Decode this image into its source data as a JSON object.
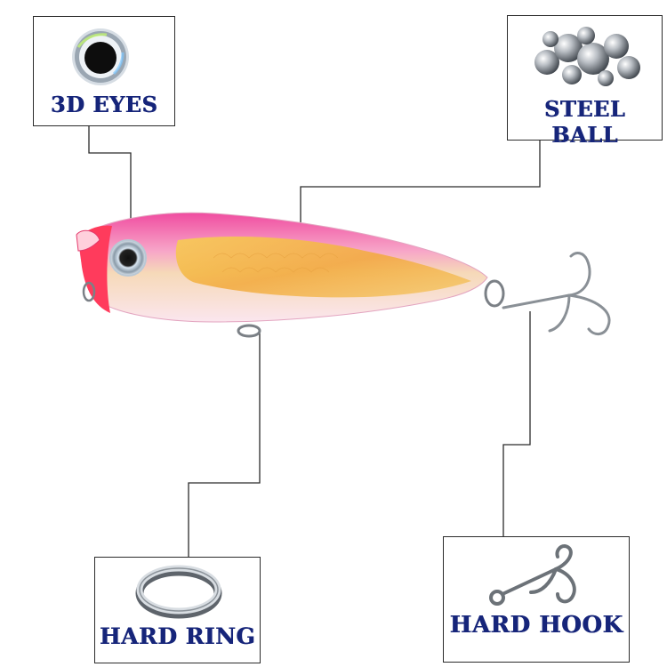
{
  "callouts": {
    "eyes": {
      "label": "3D EYES",
      "icon": "eye-icon"
    },
    "steel_ball": {
      "label": "STEEL BALL",
      "icon": "steel-balls-icon"
    },
    "hard_ring": {
      "label": "HARD RING",
      "icon": "split-ring-icon"
    },
    "hard_hook": {
      "label": "HARD HOOK",
      "icon": "treble-hook-icon"
    }
  },
  "colors": {
    "label": "#16257a",
    "lure_pink": "#f04ca0",
    "lure_yellow": "#f7c043",
    "line": "#2b2b2b"
  }
}
